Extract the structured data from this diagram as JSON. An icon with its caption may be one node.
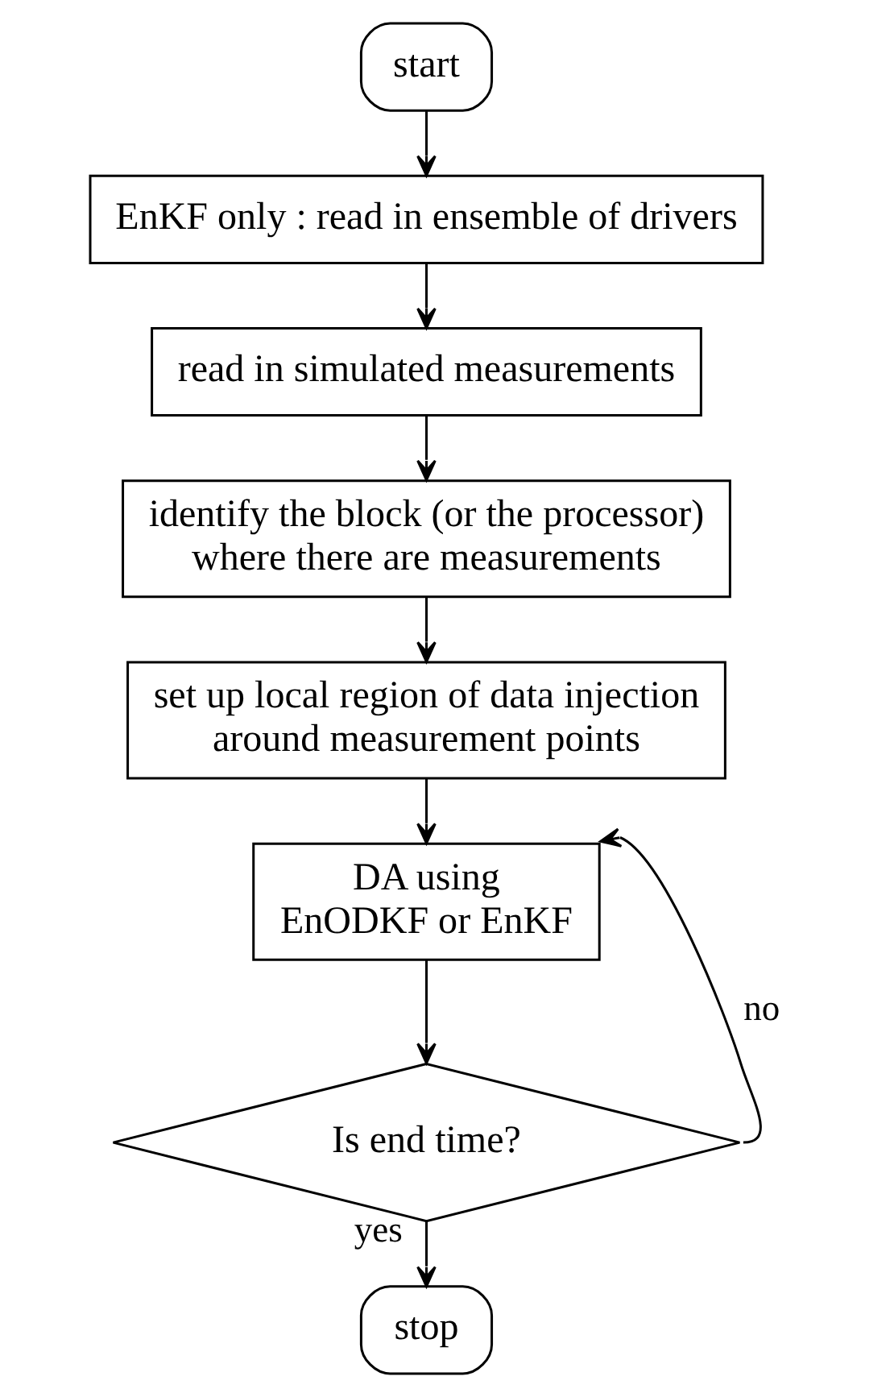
{
  "diagram": {
    "nodes": [
      {
        "text": [
          "start"
        ]
      },
      {
        "text": [
          "EnKF only : read in ensemble of drivers"
        ]
      },
      {
        "text": [
          "read in simulated measurements"
        ]
      },
      {
        "text": [
          "identify the block (or the processor) where there are measurements"
        ]
      },
      {
        "text": [
          "set up local region of data injection around measurement points"
        ]
      },
      {
        "text": [
          "DA using EnODKF or EnKF"
        ]
      },
      {
        "text": [
          "Is end time?"
        ]
      },
      {
        "text": [
          "stop"
        ]
      }
    ],
    "edges": [
      {
        "from": 0,
        "to": 1,
        "arrow": "to"
      },
      {
        "from": 1,
        "to": 2,
        "arrow": "to"
      },
      {
        "from": 2,
        "to": 3,
        "arrow": "to"
      },
      {
        "from": 3,
        "to": 4,
        "arrow": "to"
      },
      {
        "from": 4,
        "to": 5,
        "arrow": "to"
      },
      {
        "from": 5,
        "to": 6,
        "arrow": "to"
      },
      {
        "from": 6,
        "to": 5,
        "arrow": "to",
        "label": "no"
      },
      {
        "from": 6,
        "to": 7,
        "arrow": "to",
        "label": "yes"
      }
    ]
  }
}
